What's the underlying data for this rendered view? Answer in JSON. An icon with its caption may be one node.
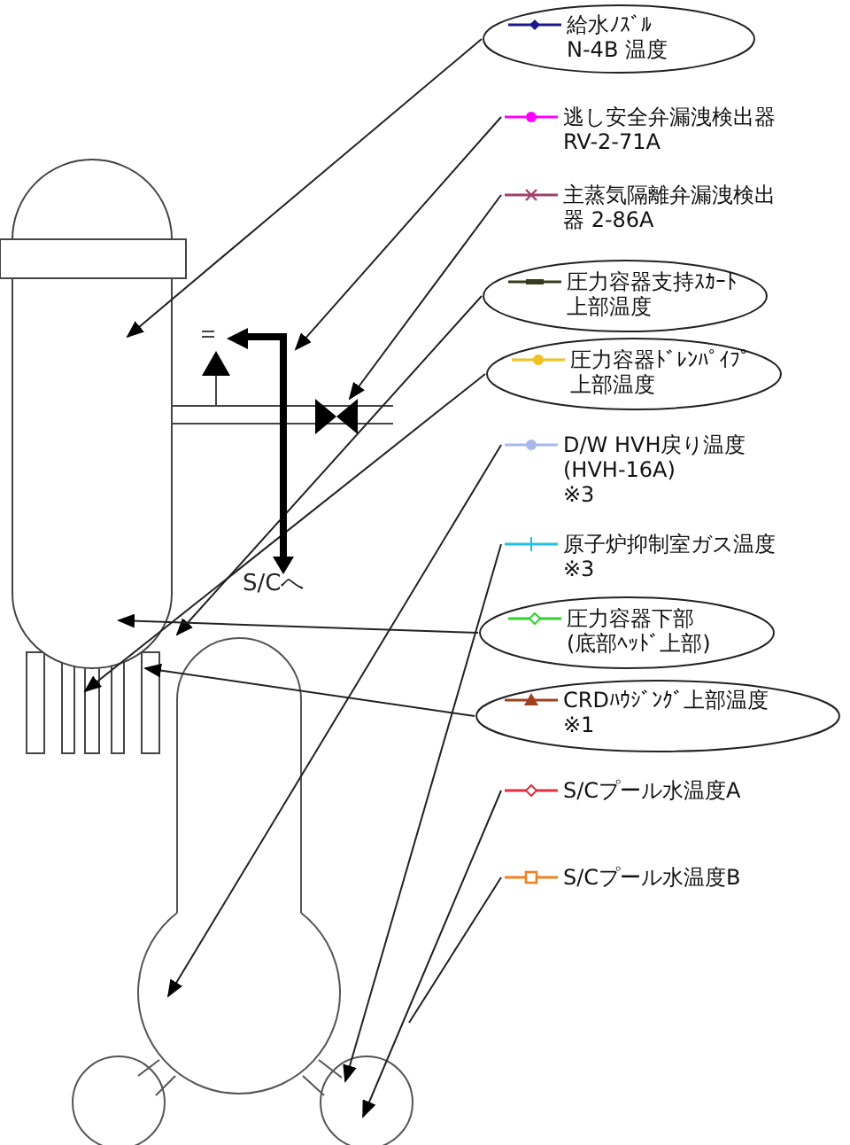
{
  "diagram": {
    "nodes": [
      {
        "text": [
          "給水ﾉｽﾞﾙ N-4B 温度"
        ]
      },
      {
        "text": [
          "逃し安全弁漏洩検出器 RV-2-71A"
        ]
      },
      {
        "text": [
          "主蒸気隔離弁漏洩検出器 2-86A"
        ]
      },
      {
        "text": [
          "圧力容器支持ｽｶｰﾄ上部温度"
        ]
      },
      {
        "text": [
          "圧力容器ﾄﾞﾚﾝﾊﾟｲﾌﾟ上部温度"
        ]
      },
      {
        "text": [
          "D/W HVH戻り温度 (HVH-16A)",
          "※3"
        ]
      },
      {
        "text": [
          "原子炉抑制室ガス温度",
          "※3"
        ]
      },
      {
        "text": [
          "圧力容器下部 (底部ﾍｯﾄﾞ上部)"
        ]
      },
      {
        "text": [
          "CRDﾊｳｼﾞﾝｸﾞ上部温度",
          "※1"
        ]
      },
      {
        "text": [
          "S/Cプール水温度A"
        ]
      },
      {
        "text": [
          "S/Cプール水温度B"
        ]
      },
      {
        "text": [],
        "shape": "valve"
      },
      {
        "text": [],
        "shape": "pipe"
      }
    ],
    "edges": [
      {
        "from": 0,
        "to": null,
        "arrow": "to"
      },
      {
        "from": 1,
        "to": 12,
        "arrow": "to"
      },
      {
        "from": 2,
        "to": 11,
        "arrow": "to"
      },
      {
        "from": 3,
        "to": null,
        "arrow": "to"
      },
      {
        "from": 4,
        "to": null,
        "arrow": "to"
      },
      {
        "from": 5,
        "to": null,
        "arrow": "to"
      },
      {
        "from": 6,
        "to": null,
        "arrow": "to"
      },
      {
        "from": 7,
        "to": null,
        "arrow": "to"
      },
      {
        "from": 8,
        "to": null,
        "arrow": "to"
      },
      {
        "from": 9,
        "to": null,
        "arrow": "to"
      },
      {
        "from": 10,
        "to": null,
        "arrow": "none"
      }
    ],
    "labels": [
      "S/Cへ"
    ]
  }
}
